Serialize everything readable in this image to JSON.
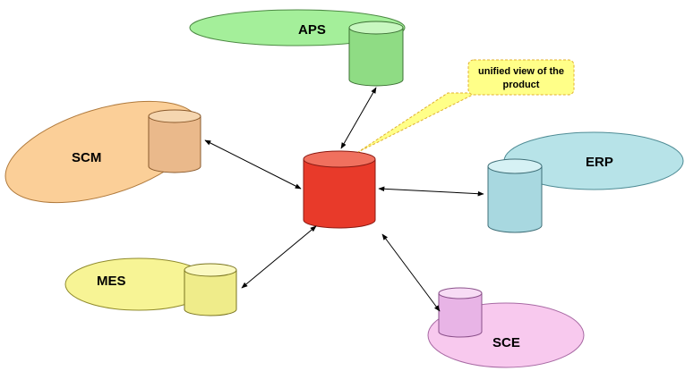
{
  "nodes": {
    "aps": {
      "label": "APS",
      "ellipse_color": "#a4ef9a",
      "db_color": "#8fdc84"
    },
    "scm": {
      "label": "SCM",
      "ellipse_color": "#fbcf98",
      "db_color": "#eab98b"
    },
    "erp": {
      "label": "ERP",
      "ellipse_color": "#b7e3e8",
      "db_color": "#a8d8e0"
    },
    "mes": {
      "label": "MES",
      "ellipse_color": "#f7f495",
      "db_color": "#efec8a"
    },
    "sce": {
      "label": "SCE",
      "ellipse_color": "#f8c9ee",
      "db_color": "#e8b4e6"
    },
    "central": {
      "db_color": "#e83a2a"
    }
  },
  "callout": {
    "line1": "unified view of the",
    "line2": "product",
    "fill_color": "#ffff88",
    "border_color": "#e0b030"
  }
}
